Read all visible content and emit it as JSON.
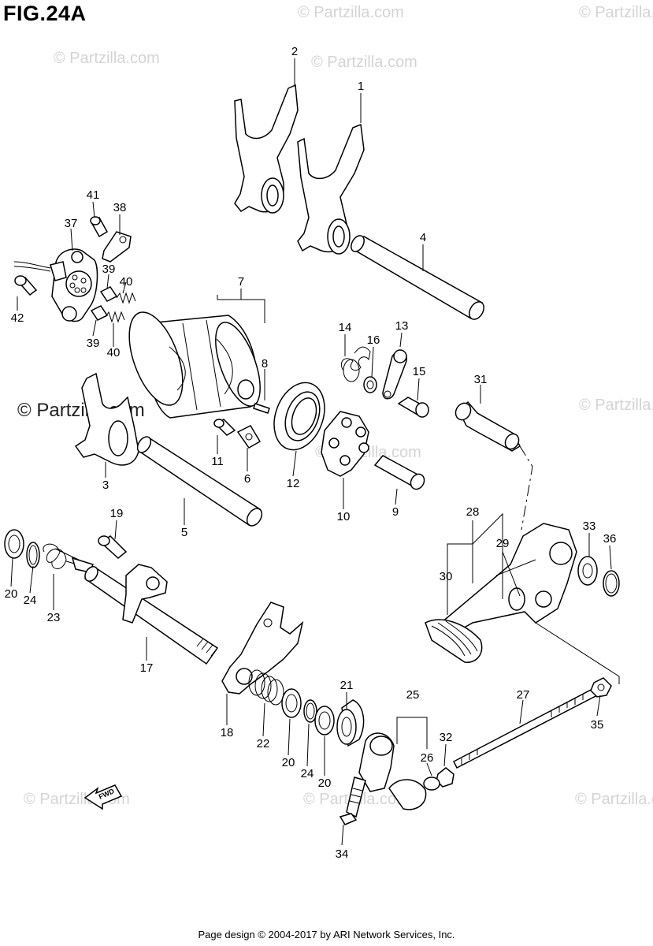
{
  "figure": {
    "title": "FIG.24A",
    "footer": "Page design © 2004-2017 by ARI Network Services, Inc."
  },
  "watermark": {
    "text": "© Partzilla.com",
    "main_text": "© Partzilla.com"
  },
  "fwd_label": "FWD",
  "callouts": [
    "1",
    "2",
    "3",
    "4",
    "5",
    "6",
    "7",
    "8",
    "9",
    "10",
    "11",
    "12",
    "13",
    "14",
    "15",
    "16",
    "17",
    "18",
    "19",
    "20",
    "20",
    "20",
    "21",
    "22",
    "23",
    "24",
    "24",
    "25",
    "26",
    "27",
    "28",
    "29",
    "30",
    "31",
    "32",
    "33",
    "34",
    "35",
    "36",
    "37",
    "38",
    "39",
    "39",
    "40",
    "40",
    "41",
    "42"
  ]
}
